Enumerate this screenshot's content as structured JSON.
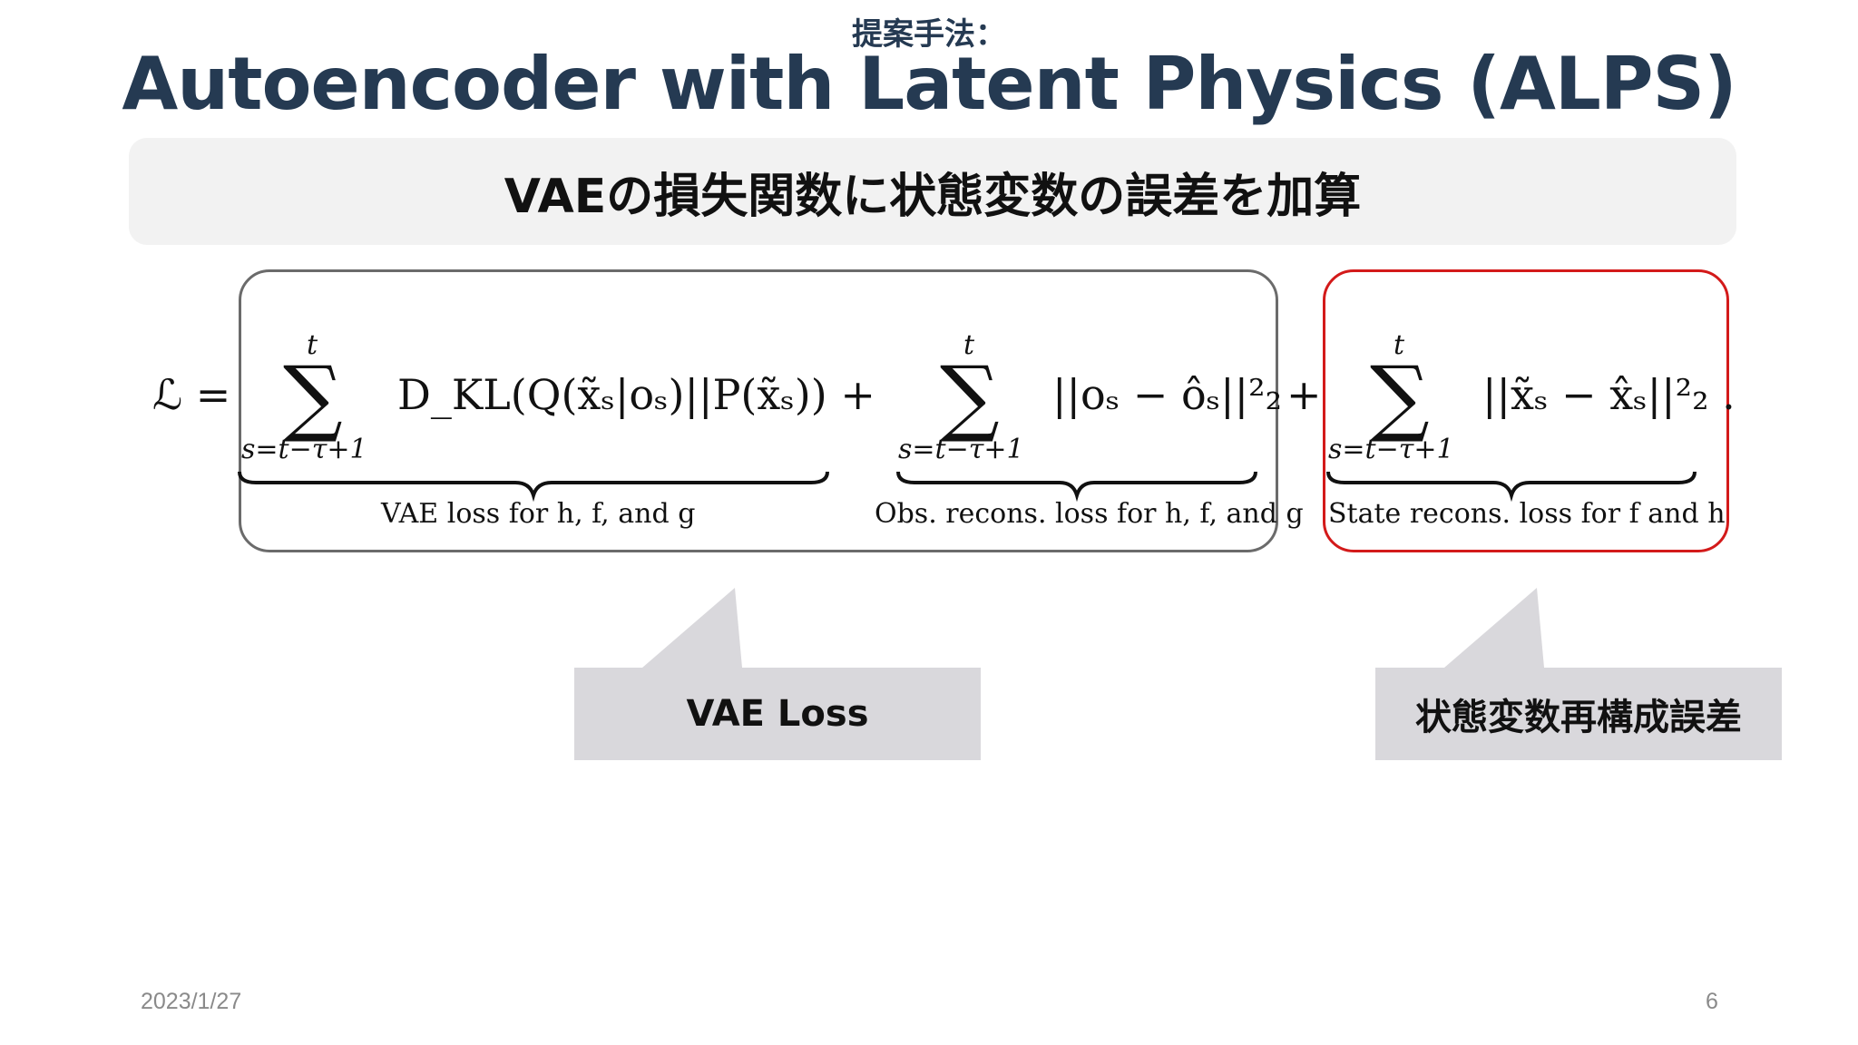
{
  "header": {
    "subtitle": "提案手法：",
    "title": "Autoencoder with Latent Physics (ALPS)"
  },
  "banner": {
    "text": "VAEの損失関数に状態変数の誤差を加算"
  },
  "equation": {
    "lhs": "ℒ =",
    "sum_upper": "t",
    "sum_lower": "s=t−τ+1",
    "sigma": "∑",
    "term1": "D_KL(Q(x̃ₛ|oₛ)||P(x̃ₛ)) +",
    "term2": "||oₛ − ôₛ||²₂",
    "plus": "+",
    "term3": "||x̃ₛ − x̂ₛ||²₂ .",
    "label1": "VAE loss for h, f, and g",
    "label2": "Obs. recons. loss for h, f, and g",
    "label3": "State recons. loss for f and h"
  },
  "callouts": {
    "vae_loss": "VAE Loss",
    "state_error": "状態変数再構成誤差"
  },
  "footer": {
    "date": "2023/1/27",
    "page": "6"
  },
  "colors": {
    "title": "#253a52",
    "banner_bg": "#f2f2f2",
    "highlight_border": "#d31a1a",
    "callout_bg": "#d9d8dc"
  }
}
